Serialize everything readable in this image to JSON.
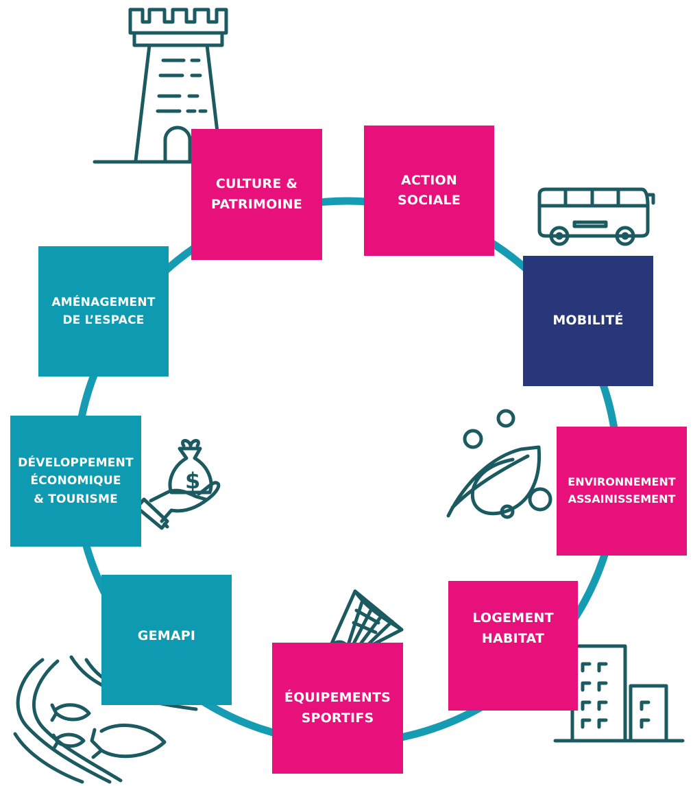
{
  "colors": {
    "pink": "#e8107a",
    "teal": "#0e9ab0",
    "navy": "#283779",
    "icon": "#1b5a60",
    "ring": "#159cb3"
  },
  "domains": [
    {
      "id": "culture",
      "lines": [
        "CULTURE &",
        "PATRIMOINE"
      ],
      "color": "#e8107a"
    },
    {
      "id": "action-sociale",
      "lines": [
        "ACTION",
        "SOCIALE"
      ],
      "color": "#e8107a"
    },
    {
      "id": "mobilite",
      "lines": [
        "MOBILITÉ"
      ],
      "color": "#283779"
    },
    {
      "id": "environnement",
      "lines": [
        "ENVIRONNEMENT",
        "ASSAINISSEMENT"
      ],
      "color": "#e8107a"
    },
    {
      "id": "logement",
      "lines": [
        "LOGEMENT",
        "HABITAT"
      ],
      "color": "#e8107a"
    },
    {
      "id": "equipements",
      "lines": [
        "ÉQUIPEMENTS",
        "SPORTIFS"
      ],
      "color": "#e8107a"
    },
    {
      "id": "gemapi",
      "lines": [
        "GEMAPI"
      ],
      "color": "#0e9ab0"
    },
    {
      "id": "developpement",
      "lines": [
        "DÉVELOPPEMENT",
        "ÉCONOMIQUE",
        "& TOURISME"
      ],
      "color": "#0e9ab0"
    },
    {
      "id": "amenagement",
      "lines": [
        "AMÉNAGEMENT",
        "DE L’ESPACE"
      ],
      "color": "#0e9ab0"
    }
  ],
  "icons": [
    "tower-icon",
    "bus-icon",
    "leaf-icon",
    "building-icon",
    "shuttlecock-icon",
    "river-fish-icon",
    "money-bag-hand-icon"
  ]
}
